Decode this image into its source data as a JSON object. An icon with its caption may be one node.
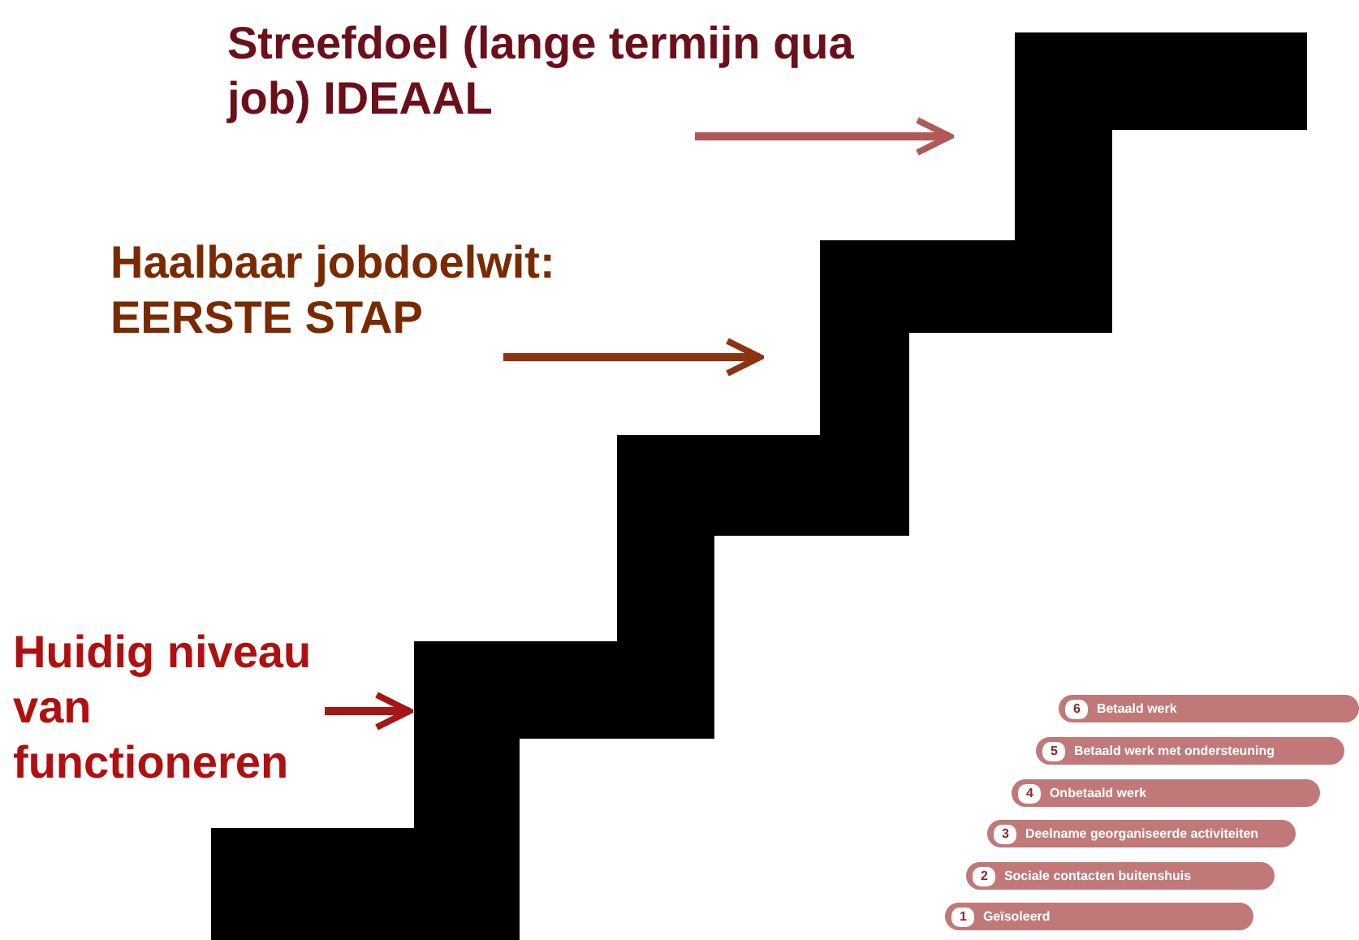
{
  "diagram": {
    "nodes": [
      {
        "text": [
          "Streefdoel (lange termijn qua job) IDEAAL"
        ]
      },
      {
        "text": [
          "Haalbaar jobdoelwit: EERSTE STAP"
        ]
      },
      {
        "text": [
          "Huidig niveau van functioneren"
        ]
      },
      {
        "text": [
          "6",
          "Betaald werk"
        ]
      },
      {
        "text": [
          "5",
          "Betaald werk met ondersteuning"
        ]
      },
      {
        "text": [
          "4",
          "Onbetaald werk"
        ]
      },
      {
        "text": [
          "3",
          "Deelname georganiseerde activiteiten"
        ]
      },
      {
        "text": [
          "2",
          "Sociale contacten buitenshuis"
        ]
      },
      {
        "text": [
          "1",
          "Geïsoleerd"
        ]
      }
    ],
    "edges": [
      {
        "from": 0,
        "to": null,
        "arrow": "to",
        "color": "#b35858"
      },
      {
        "from": 1,
        "to": null,
        "arrow": "to",
        "color": "#8a3510"
      },
      {
        "from": 2,
        "to": null,
        "arrow": "to",
        "color": "#a51616"
      }
    ]
  }
}
